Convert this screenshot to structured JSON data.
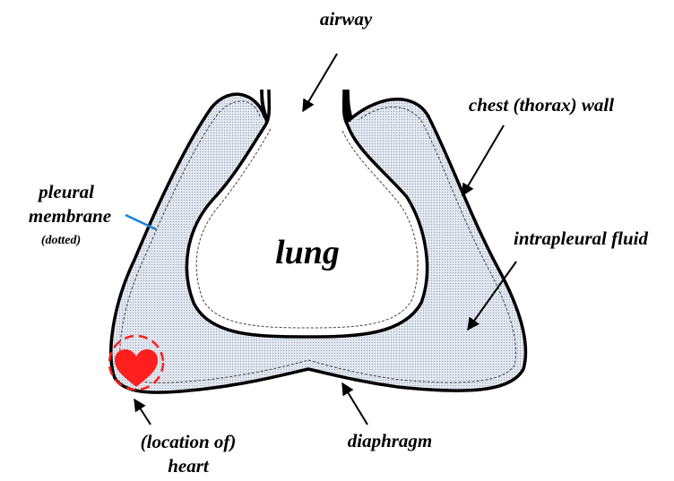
{
  "labels": {
    "airway": "airway",
    "chest_wall": "chest (thorax) wall",
    "pleural_line1": "pleural",
    "pleural_line2": "membrane",
    "pleural_note": "(dotted)",
    "lung": "lung",
    "intrapleural_fluid": "intrapleural fluid",
    "heart_line1": "(location of)",
    "heart_line2": "heart",
    "diaphragm": "diaphragm"
  },
  "colors": {
    "outline": "#000000",
    "fluid_fill": "#dde4ee",
    "heart": "#ff1f1f",
    "pleural_pointer": "#1a7fd4"
  },
  "icons": {
    "heart": "heart-icon"
  }
}
